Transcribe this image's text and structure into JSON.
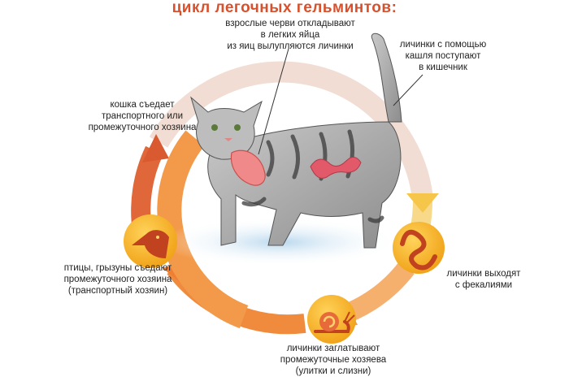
{
  "title": "цикл легочных гельминтов:",
  "stages": {
    "adults": [
      "взрослые черви откладывают",
      "в легких яйца",
      "из яиц вылупляются личинки"
    ],
    "cough": [
      "личинки с помощью",
      "кашля поступают",
      "в кишечник"
    ],
    "feces": [
      "личинки выходят",
      "с фекалиями"
    ],
    "snail": [
      "личинки заглатывают",
      "промежуточные хозяева",
      "(улитки и слизни)"
    ],
    "birds": [
      "птицы, грызуны съедают",
      "промежуточного хозяина",
      "(транспортный хозяин)"
    ],
    "cat_eats": [
      "кошка съедает",
      "транспортного или",
      "промежуточного хозяина"
    ]
  },
  "icons": {
    "cat": "cat-illustration",
    "lungs": "lungs-icon",
    "intestine": "intestine-icon",
    "worm": "worm-icon",
    "snail": "snail-icon",
    "bird": "bird-icon"
  },
  "colors": {
    "title": "#d9502c",
    "ring_top": "#f0d9cf",
    "ring_yellow": "#f5c64a",
    "ring_orange": "#f08a3c",
    "ring_deep": "#e0673a",
    "badge": "#f3a21b"
  }
}
